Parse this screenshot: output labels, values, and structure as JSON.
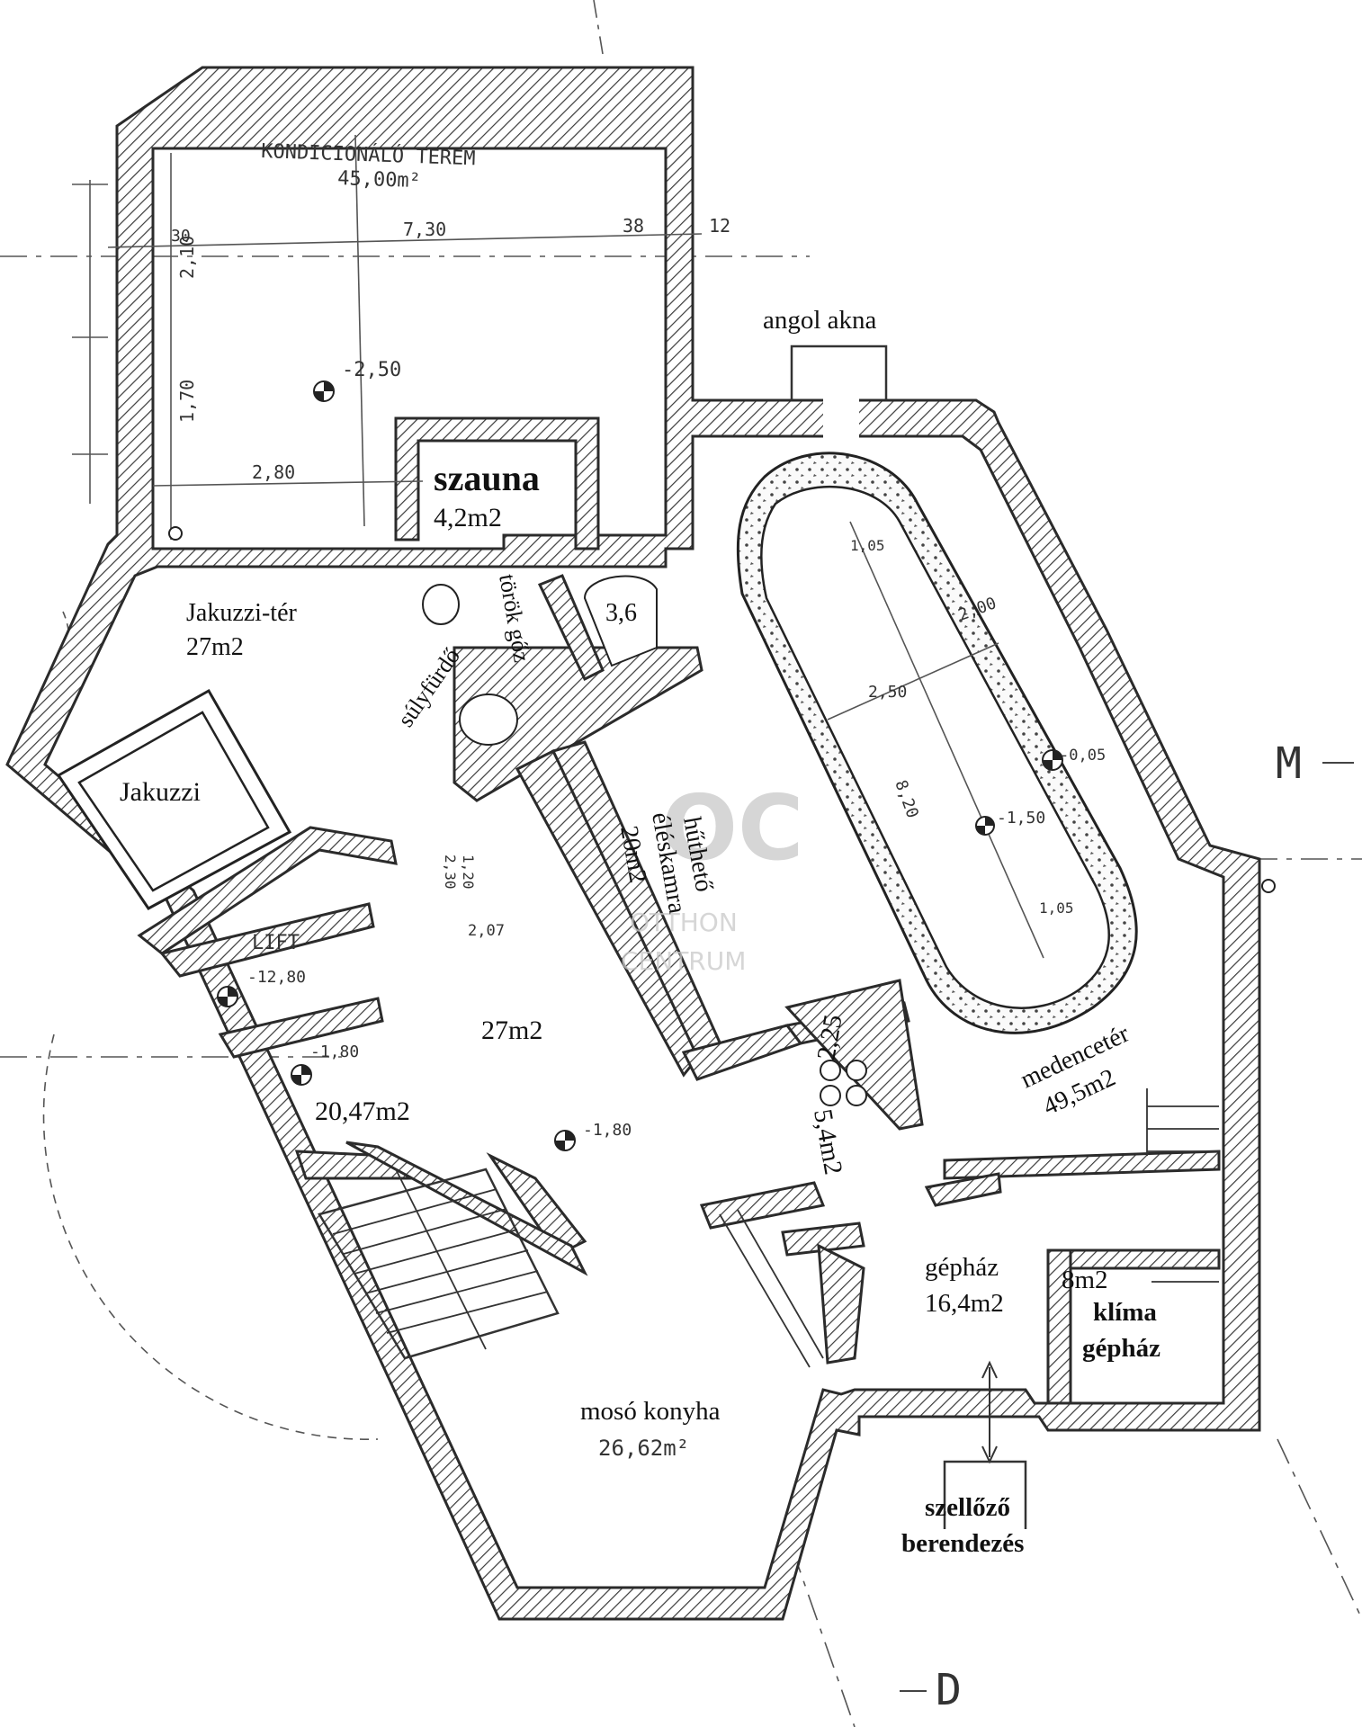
{
  "rooms": {
    "kondicionalo_name": "KONDICIONÁLÓ TEREM",
    "kondicionalo_area": "45,00m²",
    "angol_akna": "angol akna",
    "szauna_name": "szauna",
    "szauna_area": "4,2m2",
    "jakuzzi_ter_name": "Jakuzzi-tér",
    "jakuzzi_ter_area": "27m2",
    "torok_goz": "török gőz",
    "torok_goz_area": "3,6",
    "sulyfurdo": "súlyfürdő",
    "jakuzzi": "Jakuzzi",
    "hutheto_1": "hűthető",
    "hutheto_2": "éléskamra",
    "hutheto_area": "20m2",
    "lift": "LIFT",
    "hall_area": "27m2",
    "lift_hall_area": "20,47m2",
    "small_wc_area": "2,25",
    "corridor_area": "5,4m2",
    "medencter_name": "medencetér",
    "medencter_area": "49,5m2",
    "gephaz_name": "gépház",
    "gephaz_area": "16,4m2",
    "klima_area": "8m2",
    "klima_1": "klíma",
    "klima_2": "gépház",
    "moso_name": "mosó konyha",
    "moso_area": "26,62m²",
    "szellozo_1": "szellőző",
    "szellozo_2": "berendezés"
  },
  "dimensions": {
    "d_730": "7,30",
    "d_38": "38",
    "d_12": "12",
    "d_30": "30",
    "d_210": "2,10",
    "d_170": "1,70",
    "d_280": "2,80",
    "d_level_250": "-2,50",
    "d_level_150": "-1,50",
    "d_level_180a": "-1,80",
    "d_level_180b": "-1,80",
    "d_level_1280": "-12,80",
    "d_level_005": "-0,05",
    "d_105a": "1,05",
    "d_105b": "1,05",
    "d_250": "2,50",
    "d_200": "2,00",
    "d_820": "8,20",
    "d_207": "2,07",
    "d_120": "1,20",
    "d_230": "2,30"
  },
  "marks": {
    "section_m": "M",
    "section_d": "D"
  },
  "watermark": {
    "line1": "OC",
    "line2": "OTTHON",
    "line3": "CENTRUM"
  },
  "colors": {
    "ink": "#111111",
    "hatch": "#3a3a3a",
    "paper": "#ffffff",
    "watermark": "#c9c9c9"
  }
}
